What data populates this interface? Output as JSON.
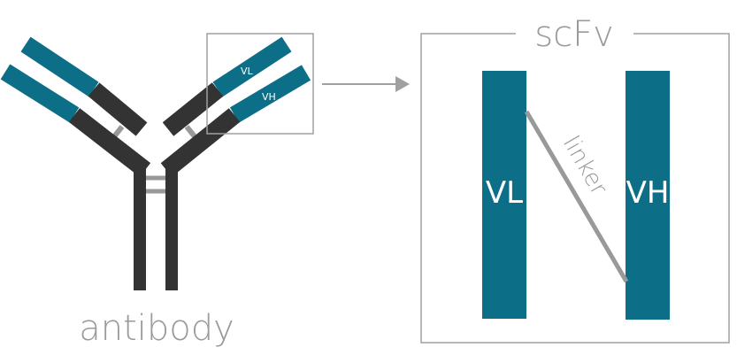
{
  "labels": {
    "antibody": "antibody",
    "scfv": "scFv",
    "small_vl": "VL",
    "small_vh": "VH",
    "big_vl": "VL",
    "big_vh": "VH",
    "linker": "linker"
  },
  "colors": {
    "variable_domain": "#0c6e87",
    "constant_domain": "#333333",
    "bond": "#999999",
    "label_gray": "#9a9a9a",
    "frame": "#a0a0a0"
  },
  "icons": {
    "arrow": "right-arrow-icon"
  }
}
